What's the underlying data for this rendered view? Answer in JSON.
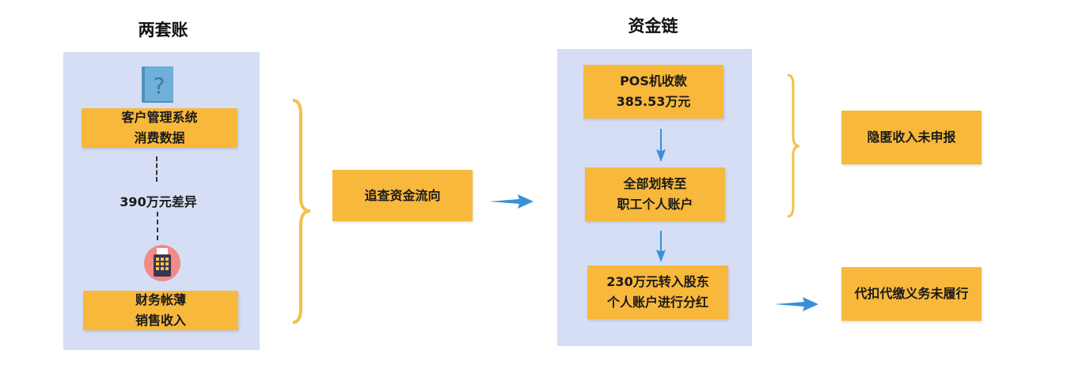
{
  "left": {
    "title": "两套账",
    "box1": {
      "line1": "客户管理系统",
      "line2": "消费数据"
    },
    "difference": "390万元差异",
    "box2": {
      "line1": "财务帐薄",
      "line2": "销售收入"
    },
    "icons": [
      "question-book-icon",
      "pos-terminal-icon"
    ]
  },
  "middle": {
    "action": "追查资金流向"
  },
  "right": {
    "title": "资金链",
    "step1": {
      "line1": "POS机收款",
      "line2": "385.53万元"
    },
    "step2": {
      "line1": "全部划转至",
      "line2": "职工个人账户"
    },
    "step3": {
      "line1": "230万元转入股东",
      "line2": "个人账户进行分红"
    }
  },
  "outcomes": {
    "hidden_income": "隐匿收入未申报",
    "withholding": "代扣代缴义务未履行"
  },
  "colors": {
    "panel": "#d5def4",
    "box": "#f8b83b",
    "arrow": "#3a8fd9",
    "brace": "#f3c04a"
  }
}
